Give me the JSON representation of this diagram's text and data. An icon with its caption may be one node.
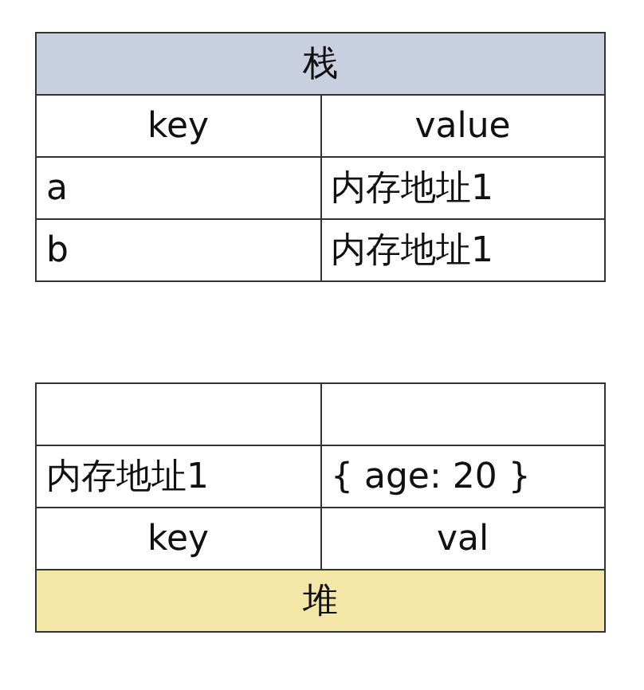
{
  "diagram": {
    "labels": [
      "栈",
      "key",
      "value",
      "a",
      "内存地址1",
      "b",
      "内存地址1",
      "内存地址1",
      "{ age: 20 }",
      "key",
      "val",
      "堆"
    ]
  }
}
